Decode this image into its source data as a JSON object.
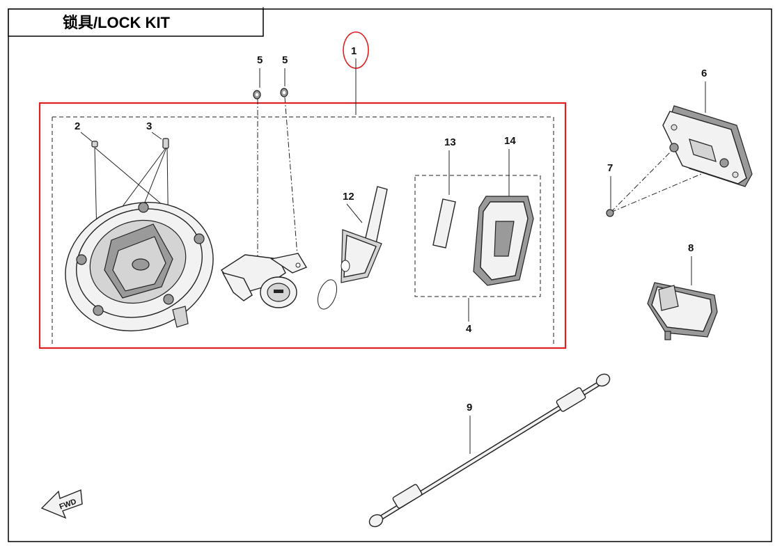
{
  "title": "锁具/LOCK KIT",
  "fwd_label": "FWD",
  "callouts": [
    "1",
    "2",
    "3",
    "4",
    "5",
    "5",
    "6",
    "7",
    "8",
    "9",
    "12",
    "13",
    "14"
  ],
  "colors": {
    "highlight": "#e02020",
    "line": "#222222"
  }
}
